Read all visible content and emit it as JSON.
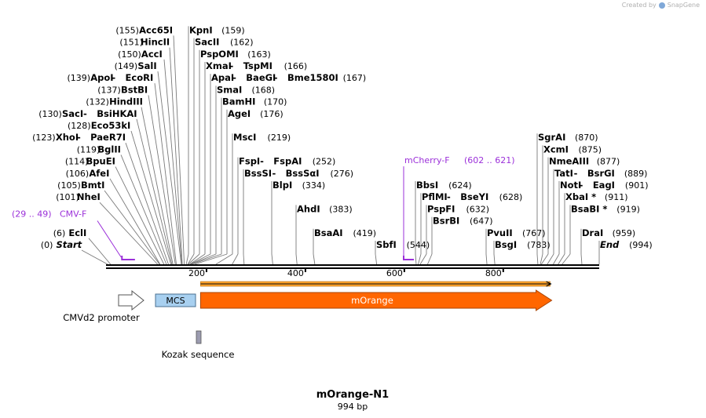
{
  "credit": {
    "prefix": "Created by",
    "app": "SnapGene"
  },
  "sequence": {
    "name": "mOrange-N1",
    "length_label": "994 bp",
    "length": 994
  },
  "ticks": [
    {
      "label": "200",
      "bp": 200
    },
    {
      "label": "400",
      "bp": 400
    },
    {
      "label": "600",
      "bp": 600
    },
    {
      "label": "800",
      "bp": 800
    }
  ],
  "sites": [
    {
      "kind": "start",
      "pos": "(0)",
      "name": "Start",
      "bp": 0
    },
    {
      "kind": "enz",
      "pos": "(6)",
      "name": "EclI",
      "bp": 6
    },
    {
      "kind": "enz",
      "pos": "(101)",
      "name": "NheI",
      "bp": 101
    },
    {
      "kind": "enz",
      "pos": "(105)",
      "name": "BmtI",
      "bp": 105
    },
    {
      "kind": "enz",
      "pos": "(106)",
      "name": "AfeI",
      "bp": 106
    },
    {
      "kind": "enz",
      "pos": "(114)",
      "name": "BpuEI",
      "bp": 114
    },
    {
      "kind": "enz",
      "pos": "(119)",
      "name": "BglII",
      "bp": 119
    },
    {
      "kind": "enz",
      "pos": "(123)",
      "name": "XhoI",
      "name2": "PaeR7I",
      "bp": 123
    },
    {
      "kind": "enz",
      "pos": "(128)",
      "name": "Eco53kI",
      "bp": 128
    },
    {
      "kind": "enz",
      "pos": "(130)",
      "name": "SacI",
      "name2": "BsiHKAI",
      "bp": 130
    },
    {
      "kind": "enz",
      "pos": "(132)",
      "name": "HindIII",
      "bp": 132
    },
    {
      "kind": "enz",
      "pos": "(137)",
      "name": "BstBI",
      "bp": 137
    },
    {
      "kind": "enz",
      "pos": "(139)",
      "name": "ApoI",
      "name2": "EcoRI",
      "bp": 139
    },
    {
      "kind": "enz",
      "pos": "(149)",
      "name": "SalI",
      "bp": 149
    },
    {
      "kind": "enz",
      "pos": "(150)",
      "name": "AccI",
      "bp": 150
    },
    {
      "kind": "enz",
      "pos": "(151)",
      "name": "HincII",
      "bp": 151
    },
    {
      "kind": "enz",
      "pos": "(155)",
      "name": "Acc65I",
      "bp": 155
    },
    {
      "kind": "enz",
      "name": "KpnI",
      "pos": "(159)",
      "bp": 159
    },
    {
      "kind": "enz",
      "name": "SacII",
      "pos": "(162)",
      "bp": 162
    },
    {
      "kind": "enz",
      "name": "PspOMI",
      "pos": "(163)",
      "bp": 163
    },
    {
      "kind": "enz",
      "name": "XmaI",
      "name2": "TspMI",
      "pos": "(166)",
      "bp": 166
    },
    {
      "kind": "enz",
      "name": "ApaI",
      "name2": "BaeGI",
      "name3": "Bme1580I",
      "pos": "(167)",
      "bp": 167
    },
    {
      "kind": "enz",
      "name": "SmaI",
      "pos": "(168)",
      "bp": 168
    },
    {
      "kind": "enz",
      "name": "BamHI",
      "pos": "(170)",
      "bp": 170
    },
    {
      "kind": "enz",
      "name": "AgeI",
      "pos": "(176)",
      "bp": 176
    },
    {
      "kind": "enz",
      "name": "MscI",
      "pos": "(219)",
      "bp": 219
    },
    {
      "kind": "enz",
      "name": "FspI",
      "name2": "FspAI",
      "pos": "(252)",
      "bp": 252
    },
    {
      "kind": "enz",
      "name": "BssSI",
      "name2": "BssSαI",
      "pos": "(276)",
      "bp": 276
    },
    {
      "kind": "enz",
      "name": "BlpI",
      "pos": "(334)",
      "bp": 334
    },
    {
      "kind": "enz",
      "name": "AhdI",
      "pos": "(383)",
      "bp": 383
    },
    {
      "kind": "enz",
      "name": "BsaAI",
      "pos": "(419)",
      "bp": 419
    },
    {
      "kind": "enz",
      "name": "SbfI",
      "pos": "(544)",
      "bp": 544
    },
    {
      "kind": "enz",
      "name": "BbsI",
      "pos": "(624)",
      "bp": 624
    },
    {
      "kind": "enz",
      "name": "PflMI",
      "name2": "BseYI",
      "pos": "(628)",
      "bp": 628
    },
    {
      "kind": "enz",
      "name": "PspFI",
      "pos": "(632)",
      "bp": 632
    },
    {
      "kind": "enz",
      "name": "BsrBI",
      "pos": "(647)",
      "bp": 647
    },
    {
      "kind": "enz",
      "name": "PvuII",
      "pos": "(767)",
      "bp": 767
    },
    {
      "kind": "enz",
      "name": "BsgI",
      "pos": "(783)",
      "bp": 783
    },
    {
      "kind": "enz",
      "name": "SgrAI",
      "pos": "(870)",
      "bp": 870
    },
    {
      "kind": "enz",
      "name": "XcmI",
      "pos": "(875)",
      "bp": 875
    },
    {
      "kind": "enz",
      "name": "NmeAIII",
      "pos": "(877)",
      "bp": 877
    },
    {
      "kind": "enz",
      "name": "TatI",
      "name2": "BsrGI",
      "pos": "(889)",
      "bp": 889
    },
    {
      "kind": "enz",
      "name": "NotI",
      "name2": "EagI",
      "pos": "(901)",
      "bp": 901
    },
    {
      "kind": "enz",
      "name": "XbaI *",
      "pos": "(911)",
      "bp": 911
    },
    {
      "kind": "enz",
      "name": "BsaBI *",
      "pos": "(919)",
      "bp": 919
    },
    {
      "kind": "enz",
      "name": "DraI",
      "pos": "(959)",
      "bp": 959
    },
    {
      "kind": "end",
      "name": "End",
      "pos": "(994)",
      "bp": 994
    }
  ],
  "primers": [
    {
      "name": "CMV-F",
      "range": "(29 .. 49)",
      "start": 29,
      "end": 49,
      "color": "#9b30d9"
    },
    {
      "name": "mCherry-F",
      "range": "(602 .. 621)",
      "start": 602,
      "end": 621,
      "color": "#9b30d9"
    }
  ],
  "features": [
    {
      "name": "CMVd2 promoter",
      "type": "promoter",
      "color": "#ffffff"
    },
    {
      "name": "MCS",
      "start": 101,
      "end": 176,
      "type": "mcs",
      "color": "#a8d0f0"
    },
    {
      "name": "mOrange",
      "start": 188,
      "end": 898,
      "type": "cds",
      "color": "#ff6600"
    },
    {
      "name": "Kozak sequence",
      "type": "kozak",
      "color": "#9c9cb0"
    }
  ],
  "translation_bar_color": "#ffa630"
}
